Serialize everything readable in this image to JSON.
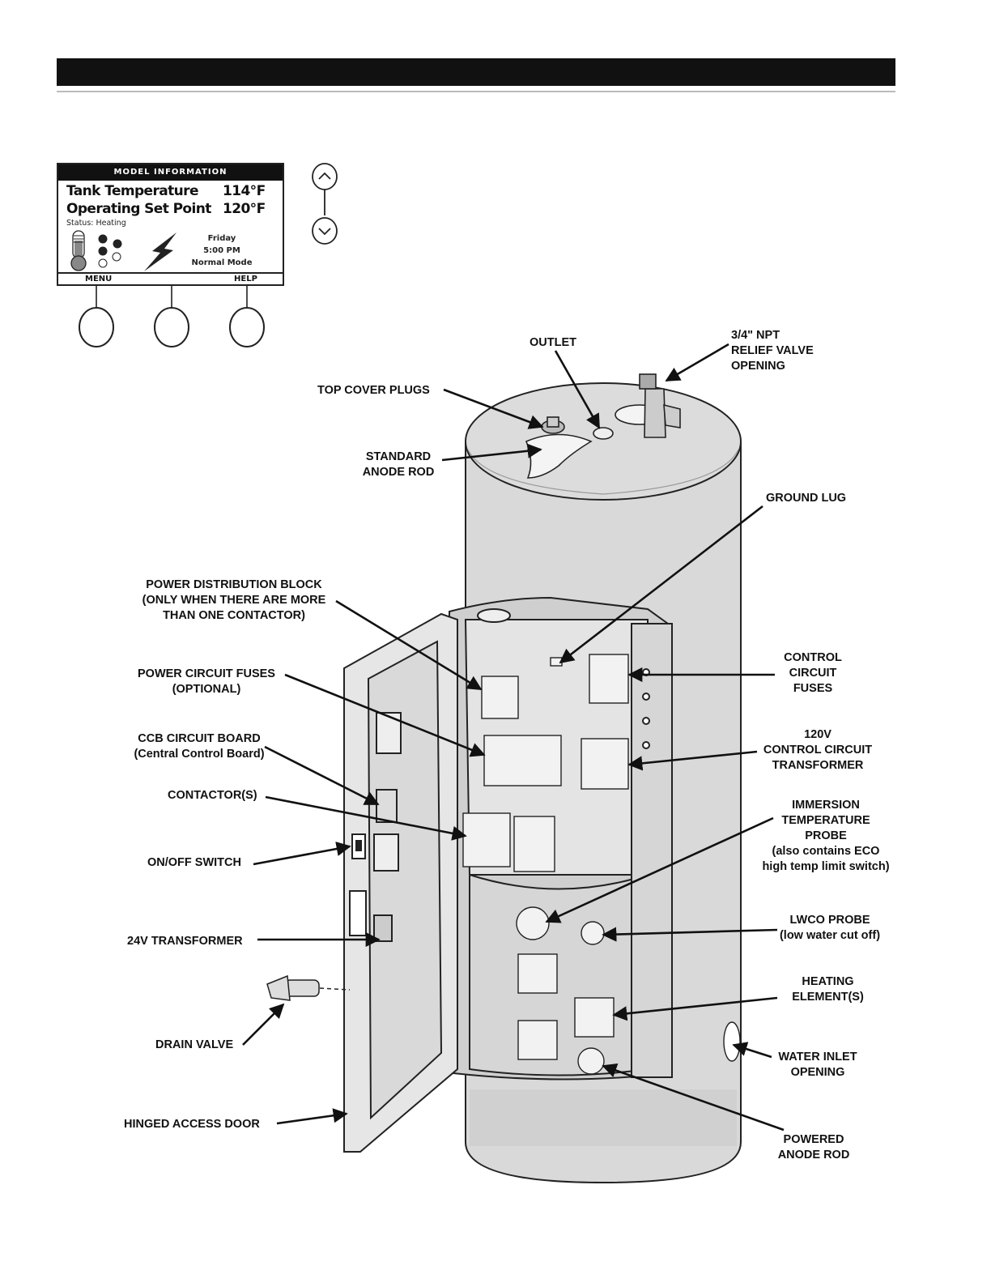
{
  "display": {
    "title": "MODEL INFORMATION",
    "rows": [
      {
        "label": "Tank Temperature",
        "value": "114°F"
      },
      {
        "label": "Operating Set Point",
        "value": "120°F"
      }
    ],
    "status": "Status: Heating",
    "day": "Friday",
    "time": "5:00 PM",
    "mode": "Normal Mode",
    "softkeys": {
      "left": "MENU",
      "right": "HELP"
    }
  },
  "callouts": {
    "outlet": [
      "OUTLET"
    ],
    "relief_valve": [
      "3/4\" NPT",
      "RELIEF VALVE",
      "OPENING"
    ],
    "top_cover_plugs": [
      "TOP COVER PLUGS"
    ],
    "standard_anode": [
      "STANDARD",
      "ANODE ROD"
    ],
    "ground_lug": [
      "GROUND LUG"
    ],
    "power_distribution": [
      "POWER DISTRIBUTION BLOCK",
      "(ONLY WHEN THERE ARE MORE",
      "THAN ONE CONTACTOR)"
    ],
    "power_fuses": [
      "POWER CIRCUIT FUSES",
      "(OPTIONAL)"
    ],
    "ccb_board": [
      "CCB CIRCUIT BOARD",
      "(Central Control Board)"
    ],
    "contactors": [
      "CONTACTOR(S)"
    ],
    "onoff_switch": [
      "ON/OFF SWITCH"
    ],
    "transformer_24v": [
      "24V TRANSFORMER"
    ],
    "drain_valve": [
      "DRAIN VALVE"
    ],
    "hinged_door": [
      "HINGED ACCESS DOOR"
    ],
    "control_fuses": [
      "CONTROL",
      "CIRCUIT",
      "FUSES"
    ],
    "control_transformer": [
      "120V",
      "CONTROL CIRCUIT",
      "TRANSFORMER"
    ],
    "immersion_probe": [
      "IMMERSION",
      "TEMPERATURE",
      "PROBE",
      "(also contains ECO",
      "high temp limit switch)"
    ],
    "lwco_probe": [
      "LWCO PROBE",
      "(low water cut off)"
    ],
    "heating_elements": [
      "HEATING",
      "ELEMENT(S)"
    ],
    "water_inlet": [
      "WATER INLET",
      "OPENING"
    ],
    "powered_anode": [
      "POWERED",
      "ANODE ROD"
    ]
  }
}
